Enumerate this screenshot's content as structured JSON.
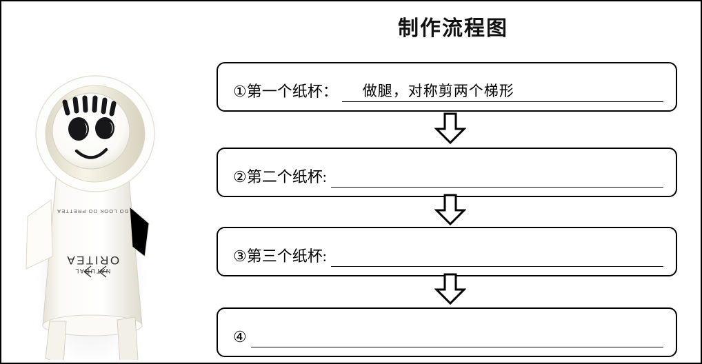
{
  "page": {
    "title": "制作流程图",
    "border_color": "#000000",
    "background": "#ffffff"
  },
  "photo": {
    "alt_name": "paper-cup-doll-photo",
    "description": "纸杯小人手工作品照片",
    "brand_text": "ORITEA",
    "brand_sub_text": "NATURAL",
    "cup_top_text": "DO LOOK DO PRETTEA",
    "body_color": "#f4f1ea",
    "head_color": "#ffffff",
    "face_ink_color": "#1b1b1b"
  },
  "flow": {
    "arrow_icon": "down-block-arrow",
    "steps": [
      {
        "marker": "①",
        "label": "第一个纸杯：",
        "answer": "做腿，对称剪两个梯形"
      },
      {
        "marker": "②",
        "label": "第二个纸杯:",
        "answer": ""
      },
      {
        "marker": "③",
        "label": "第三个纸杯:",
        "answer": ""
      },
      {
        "marker": "④",
        "label": "",
        "answer": ""
      }
    ]
  }
}
